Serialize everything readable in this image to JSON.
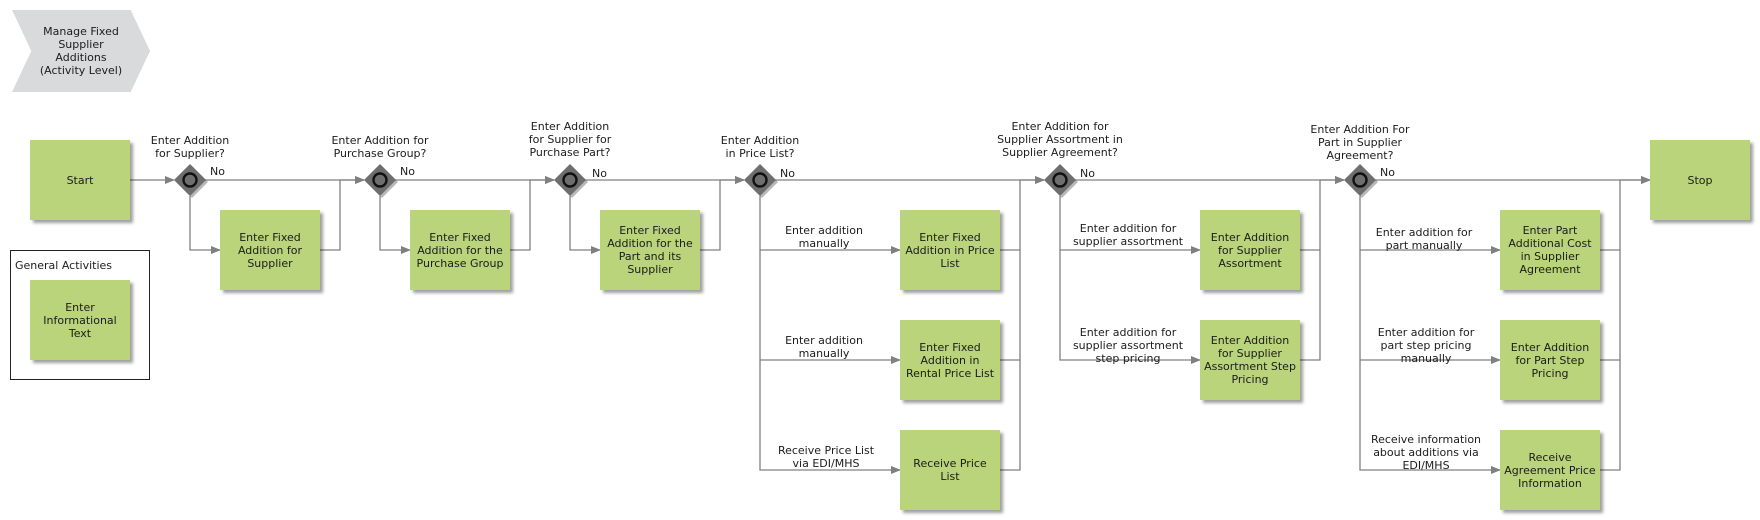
{
  "title": "Manage Fixed\nSupplier\nAdditions\n(Activity Level)",
  "general": {
    "title": "General Activities",
    "item": "Enter\nInformational\nText"
  },
  "start": "Start",
  "stop": "Stop",
  "no_label": "No",
  "gateways": [
    {
      "question": "Enter Addition\nfor Supplier?"
    },
    {
      "question": "Enter Addition for\nPurchase Group?"
    },
    {
      "question": "Enter Addition\nfor Supplier for\nPurchase Part?"
    },
    {
      "question": "Enter Addition\nin Price List?"
    },
    {
      "question": "Enter Addition for\nSupplier Assortment in\nSupplier Agreement?"
    },
    {
      "question": "Enter Addition For\nPart in Supplier\nAgreement?"
    }
  ],
  "activities": [
    "Enter Fixed\nAddition for\nSupplier",
    "Enter Fixed\nAddition for the\nPurchase Group",
    "Enter Fixed\nAddition for the\nPart and its\nSupplier",
    "Enter Fixed\nAddition in Price\nList",
    "Enter Fixed\nAddition in\nRental Price List",
    "Receive Price\nList",
    "Enter Addition\nfor Supplier\nAssortment",
    "Enter Addition\nfor Supplier\nAssortment Step\nPricing",
    "Enter Part\nAdditional Cost\nin Supplier\nAgreement",
    "Enter Addition\nfor Part Step\nPricing",
    "Receive\nAgreement Price\nInformation"
  ],
  "edge_labels": [
    "Enter addition\nmanually",
    "Enter addition\nmanually",
    "Receive Price List\nvia EDI/MHS",
    "Enter addition for\nsupplier assortment",
    "Enter addition for\nsupplier assortment\nstep pricing",
    "Enter addition for\npart manually",
    "Enter addition for\npart step pricing\nmanually",
    "Receive information\nabout additions via\nEDI/MHS"
  ],
  "colors": {
    "activity": "#b9d47a",
    "event_shape": "#d9dadb",
    "gateway": "#6e6e6e",
    "line": "#808080"
  }
}
